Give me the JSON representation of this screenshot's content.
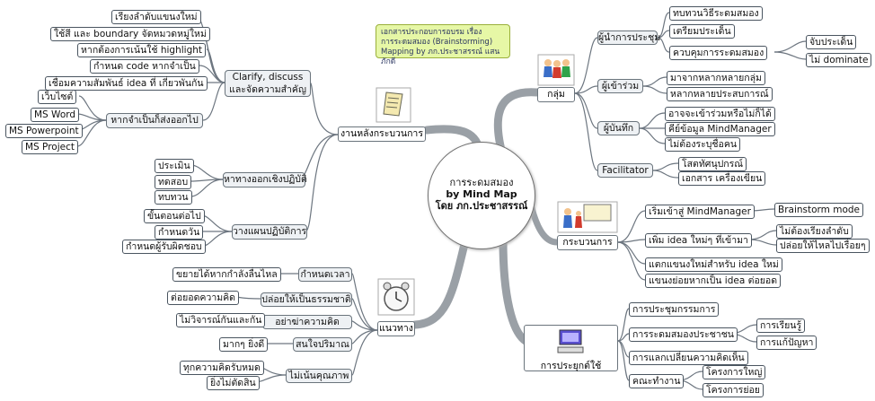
{
  "central": {
    "line1": "การระดมสมอง",
    "line2": "by Mind Map",
    "line3": "โดย ภก.ประชาสรรณ์"
  },
  "note": {
    "line1": "เอกสารประกอบการอบรม เรื่อง",
    "line2": "การระดมสมอง (Brainstorming)",
    "line3": "Mapping by ภก.ประชาสรรณ์ แสนภักดี"
  },
  "left": {
    "background": {
      "label": "งานหลังกระบวนการ",
      "clarify": {
        "label_line1": "Clarify, discuss",
        "label_line2": "และจัดความสำคัญ",
        "items": [
          "เรียงลำดับแขนงใหม่",
          "ใช้สี และ boundary จัดหมวดหมู่ใหม่",
          "หากต้องการเน้นใช้ highlight",
          "กำหนด code หากจำเป็น",
          "เชื่อมความสัมพันธ์ idea ที่ เกี่ยวพันกัน"
        ]
      },
      "export": {
        "label": "หากจำเป็นก็ส่งออกไป",
        "items": [
          "เว็บไซต์",
          "MS Word",
          "MS Powerpoint",
          "MS Project"
        ]
      },
      "practical": {
        "label": "หาทางออกเชิงปฏิบัติ",
        "items": [
          "ประเมิน",
          "ทดสอบ",
          "ทบทวน"
        ]
      },
      "plan": {
        "label": "วางแผนปฏิบัติการ",
        "items": [
          "ขั้นตอนต่อไป",
          "กำหนดวัน",
          "กำหนดผู้รับผิดชอบ"
        ]
      }
    },
    "guideline": {
      "label": "แนวทาง",
      "groups": [
        {
          "label": "กำหนดเวลา",
          "item": "ขยายได้หากกำลังลื่นไหล"
        },
        {
          "label": "ปล่อยให้เป็นธรรมชาติ",
          "item": "ต่อยอดความคิด"
        },
        {
          "label": "อย่าฆ่าความคิด",
          "item": "ไม่วิจารณ์กันและกัน"
        },
        {
          "label": "สนใจปริมาณ",
          "item": "มากๆ ยิ่งดี"
        },
        {
          "label": "ไม่เน้นคุณภาพ",
          "items": [
            "ทุกความคิดรับหมด",
            "ยิ่งไม่ตัดสิน"
          ]
        }
      ]
    }
  },
  "right": {
    "group": {
      "label": "กลุ่ม",
      "facilitator": {
        "label": "ผู้นำการประชุม",
        "items": [
          "ทบทวนวิธีระดมสมอง",
          "เตรียมประเด็น",
          "ควบคุมการระดมสมอง"
        ],
        "sub": [
          "จับประเด็น",
          "ไม่ dominate"
        ]
      },
      "participants": {
        "label": "ผู้เข้าร่วม",
        "items": [
          "มาจากหลากหลายกลุ่ม",
          "หลากหลายประสบการณ์"
        ]
      },
      "recorder": {
        "label": "ผู้บันทึก",
        "items": [
          "อาจจะเข้าร่วมหรือไม่ก็ได้",
          "คีย์ข้อมูล MindManager",
          "ไม่ต้องระบุชื่อคน"
        ]
      },
      "tools": {
        "label": "Facilitator",
        "items": [
          "โสตทัศนุปกรณ์",
          "เอกสาร เครื่องเขียน"
        ]
      }
    },
    "process": {
      "label": "กระบวนการ",
      "items": [
        {
          "label": "เริ่มเข้าสู่ MindManager",
          "sub": [
            "Brainstorm mode"
          ]
        },
        {
          "label": "เพิ่ม idea ใหม่ๆ ที่เข้ามา",
          "sub": [
            "ไม่ต้องเรียงลำดับ",
            "ปล่อยให้ไหลไปเรื่อยๆ"
          ]
        },
        {
          "label": "แตกแขนงใหม่สำหรับ idea ใหม่"
        },
        {
          "label": "แขนงย่อยหากเป็น idea ต่อยอด"
        }
      ]
    },
    "application": {
      "label": "การประยุกต์ใช้",
      "items": [
        {
          "label": "การประชุมกรรมการ"
        },
        {
          "label": "การระดมสมองประชาชน",
          "sub": [
            "การเรียนรู้",
            "การแก้ปัญหา"
          ]
        },
        {
          "label": "การแลกเปลี่ยนความคิดเห็น"
        },
        {
          "label": "คณะทำงาน",
          "sub": [
            "โครงการใหญ่",
            "โครงการย่อย"
          ]
        }
      ]
    }
  },
  "colors": {
    "branch": "#8c9196",
    "connector": "#6d7680",
    "note_bg": "#e6f7a6",
    "topic_bg": "#eef1f4"
  }
}
